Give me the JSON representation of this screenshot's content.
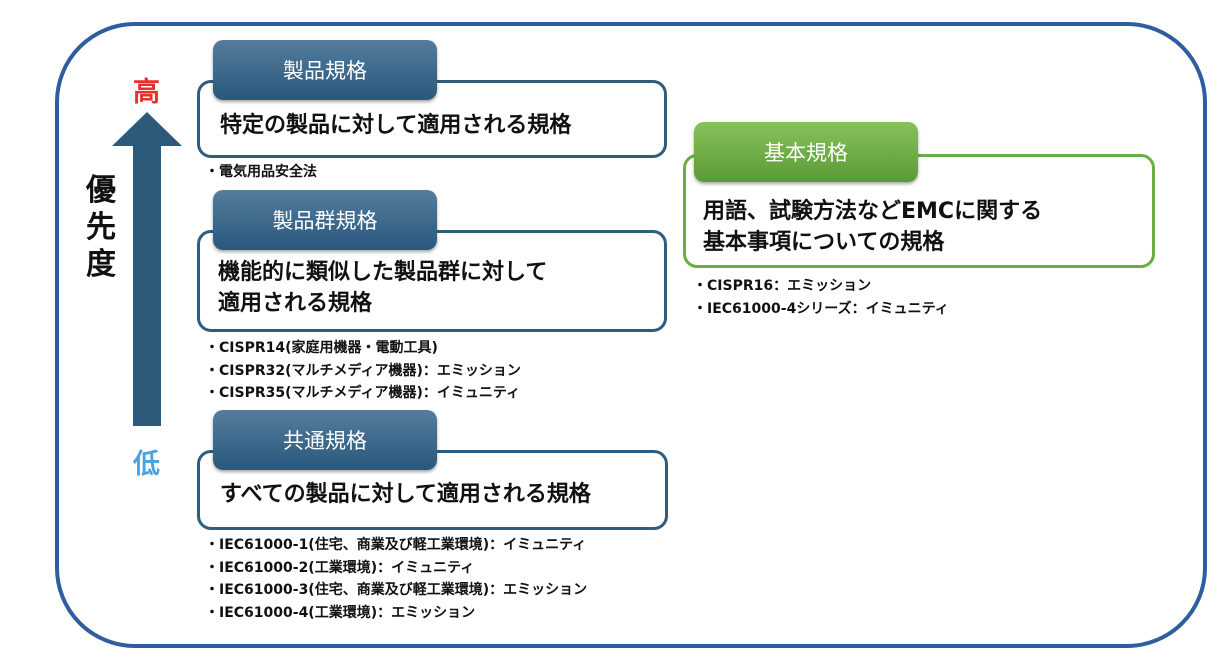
{
  "axis": {
    "high": "高",
    "low": "低",
    "label": "優先度",
    "high_color": "#e8312b",
    "low_color": "#4aa3df",
    "arrow_color": "#2d5a7b"
  },
  "product": {
    "title": "製品規格",
    "desc": [
      "特定の製品に対して適用される規格"
    ],
    "items": [
      "・電気用品安全法"
    ]
  },
  "family": {
    "title": "製品群規格",
    "desc": [
      "機能的に類似した製品群に対して",
      "適用される規格"
    ],
    "items": [
      "・CISPR14(家庭用機器・電動工具)",
      "・CISPR32(マルチメディア機器)：エミッション",
      "・CISPR35(マルチメディア機器)：イミュニティ"
    ]
  },
  "generic": {
    "title": "共通規格",
    "desc": [
      "すべての製品に対して適用される規格"
    ],
    "items": [
      "・IEC61000-1(住宅、商業及び軽工業環境)：イミュニティ",
      "・IEC61000-2(工業環境)：イミュニティ",
      "・IEC61000-3(住宅、商業及び軽工業環境)：エミッション",
      "・IEC61000-4(工業環境)：エミッション"
    ]
  },
  "basic": {
    "title": "基本規格",
    "desc": [
      "用語、試験方法などEMCに関する",
      "基本事項についての規格"
    ],
    "items": [
      "・CISPR16：エミッション",
      "・IEC61000-4シリーズ：イミュニティ"
    ]
  }
}
